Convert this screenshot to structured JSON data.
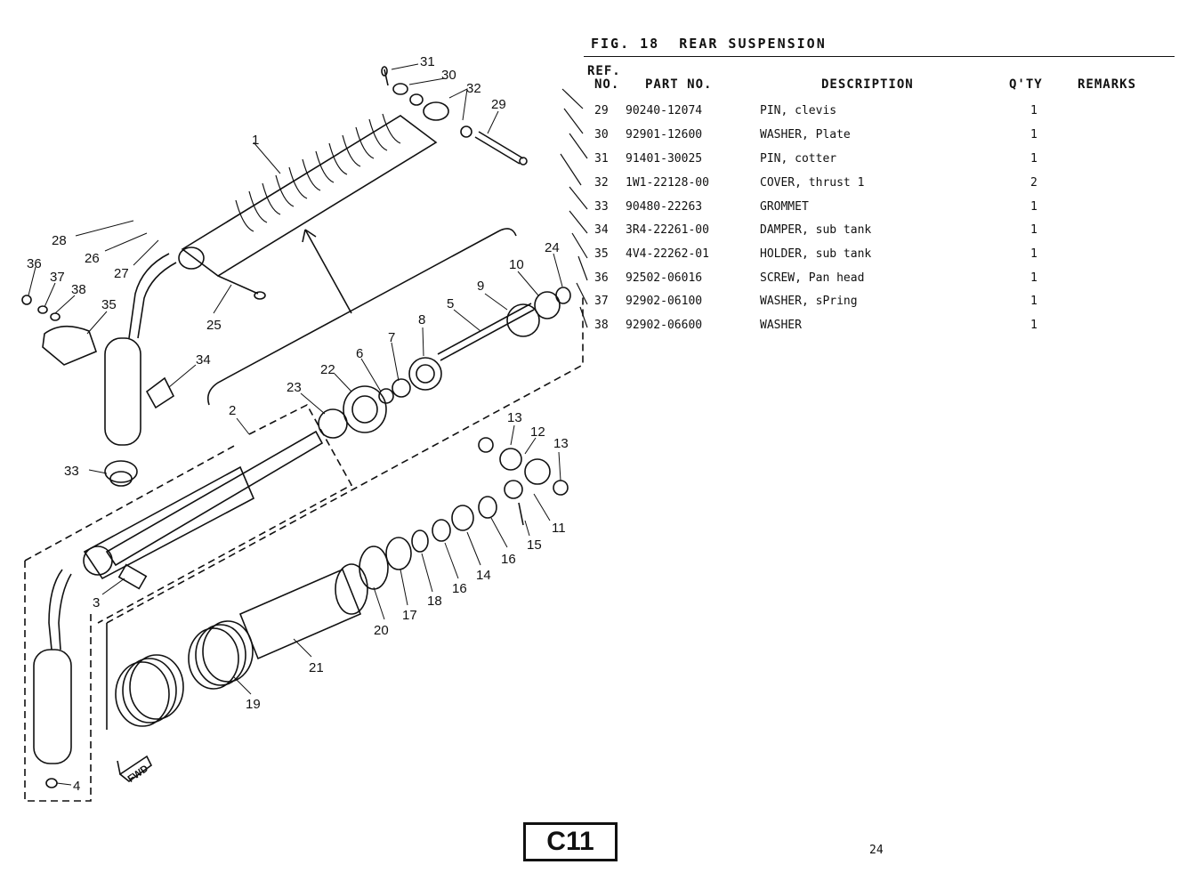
{
  "figure": {
    "title": "FIG. 18  REAR SUSPENSION"
  },
  "table": {
    "headers": {
      "ref_line1": "REF.",
      "ref_line2": "NO.",
      "part_no": "PART NO.",
      "description": "DESCRIPTION",
      "qty": "Q'TY",
      "remarks": "REMARKS"
    },
    "rows": [
      {
        "ref": "29",
        "part": "90240-12074",
        "desc": "PIN, clevis",
        "qty": "1"
      },
      {
        "ref": "30",
        "part": "92901-12600",
        "desc": "WASHER, Plate",
        "qty": "1"
      },
      {
        "ref": "31",
        "part": "91401-30025",
        "desc": "PIN, cotter",
        "qty": "1"
      },
      {
        "ref": "32",
        "part": "1W1-22128-00",
        "desc": "COVER, thrust 1",
        "qty": "2"
      },
      {
        "ref": "33",
        "part": "90480-22263",
        "desc": "GROMMET",
        "qty": "1"
      },
      {
        "ref": "34",
        "part": "3R4-22261-00",
        "desc": "DAMPER, sub tank",
        "qty": "1"
      },
      {
        "ref": "35",
        "part": "4V4-22262-01",
        "desc": "HOLDER, sub tank",
        "qty": "1"
      },
      {
        "ref": "36",
        "part": "92502-06016",
        "desc": "SCREW, Pan head",
        "qty": "1"
      },
      {
        "ref": "37",
        "part": "92902-06100",
        "desc": "WASHER, sPring",
        "qty": "1"
      },
      {
        "ref": "38",
        "part": "92902-06600",
        "desc": "WASHER",
        "qty": "1"
      }
    ]
  },
  "diagram": {
    "callouts": [
      "1",
      "2",
      "3",
      "4",
      "5",
      "6",
      "7",
      "8",
      "9",
      "10",
      "11",
      "12",
      "13",
      "13",
      "14",
      "15",
      "16",
      "16",
      "17",
      "18",
      "19",
      "20",
      "21",
      "22",
      "23",
      "24",
      "25",
      "26",
      "27",
      "28",
      "29",
      "30",
      "31",
      "32",
      "33",
      "34",
      "35",
      "36",
      "37",
      "38"
    ],
    "fwd_label": "FWD"
  },
  "footer": {
    "code": "C11",
    "page": "24"
  }
}
